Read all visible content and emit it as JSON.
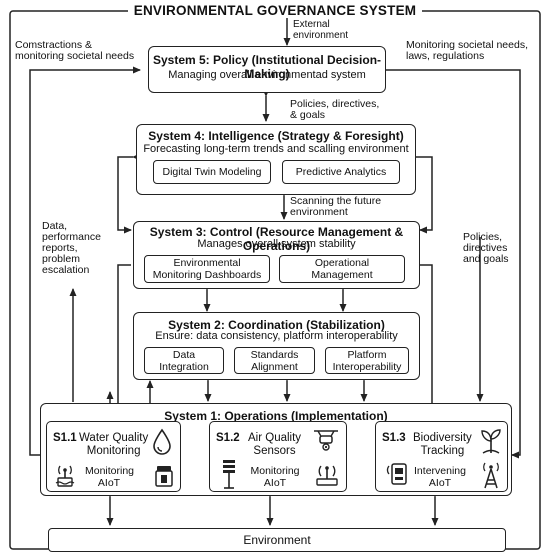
{
  "title": "ENVIRONMENTAL GOVERNANCE SYSTEM",
  "external_label": "External\nenvironment",
  "left_outer_label": "Comstractions &\nmonitoring societal needs",
  "right_outer_label": "Monitoring societal needs,\nlaws, regulations",
  "s5_s4_label": "Policies, directives,\n& goals",
  "s4_s3_label": "Scanning the future\nenvironment",
  "left_feedback_label": "Data,\nperformance\nreports,\nproblem\nescalation",
  "right_feedback_label": "Policies,\ndirectives\nand goals",
  "system5": {
    "title": "System 5: Policy (Institutional Decision-Making)",
    "desc": "Managing overall environmentad system"
  },
  "system4": {
    "title": "System 4: Intelligence (Strategy & Foresight)",
    "desc": "Forecasting long-term trends and scalling environment",
    "items": [
      "Digital Twin Modeling",
      "Predictive Analytics"
    ]
  },
  "system3": {
    "title": "System 3: Control (Resource Management & Operations)",
    "desc": "Manages overall system stability",
    "items": [
      "Environmental\nMonitoring Dashboards",
      "Operational\nManagement"
    ]
  },
  "system2": {
    "title": "System 2: Coordination (Stabilization)",
    "desc": "Ensure: data consistency, platform interoperability",
    "items": [
      "Data\nIntegration",
      "Standards\nAlignment",
      "Platform\nInteroperability"
    ]
  },
  "system1": {
    "title": "System 1: Operations (Implementation)",
    "units": [
      {
        "code": "S1.1",
        "name": "Water Quality\nMonitoring",
        "mode": "Monitoring\nAIoT",
        "icon_top": "water-drop-icon",
        "icon_left": "sensor-antenna-icon",
        "icon_right": "water-sampler-icon"
      },
      {
        "code": "S1.2",
        "name": "Air Quality\nSensors",
        "mode": "Monitoring\nAIoT",
        "icon_top": "drone-icon",
        "icon_left": "weather-station-icon",
        "icon_right": "router-icon"
      },
      {
        "code": "S1.3",
        "name": "Biodiversity\nTracking",
        "mode": "Intervening\nAIoT",
        "icon_top": "plant-icon",
        "icon_left": "tracker-device-icon",
        "icon_right": "signal-tower-icon"
      }
    ]
  },
  "environment_label": "Environment"
}
